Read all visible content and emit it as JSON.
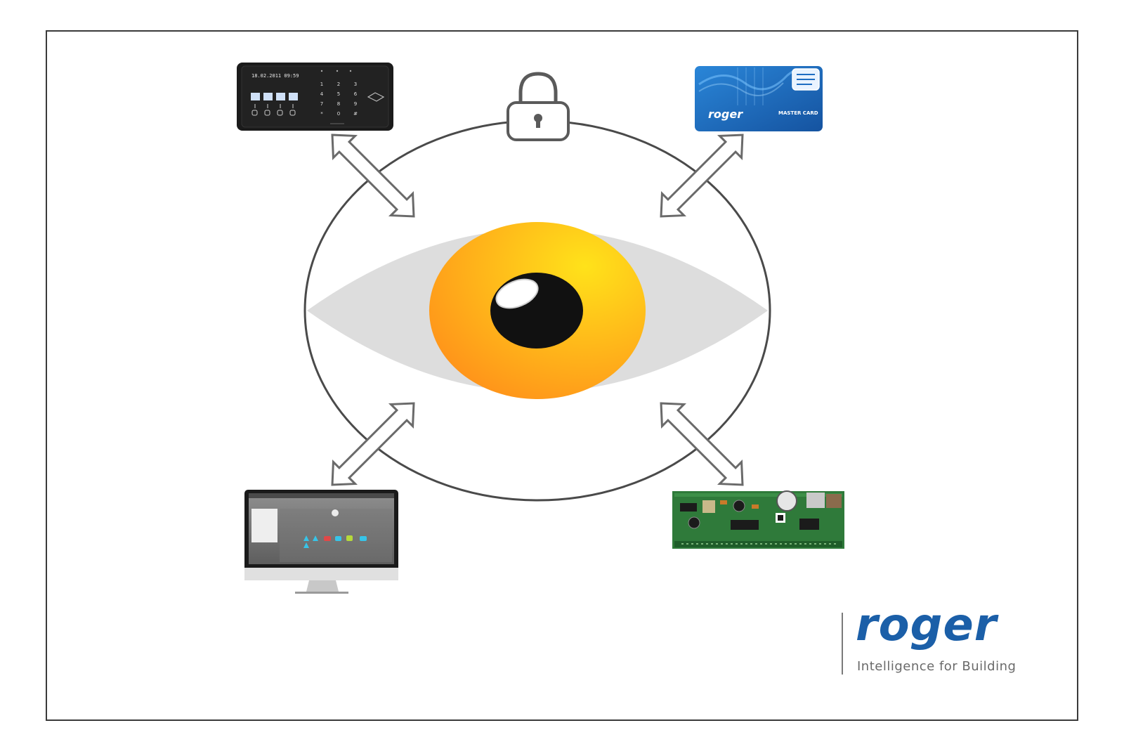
{
  "colors": {
    "frame": "#3a3a3a",
    "circle": "#4a4a4a",
    "sclera": "#dddddd",
    "iris_inner": "#ffe21a",
    "iris_outer": "#ff8a1a",
    "pupil": "#111111",
    "brand_blue": "#1b5fa8",
    "card_blue": "#1e6ec2",
    "pcb_green": "#2f7a3a",
    "keypad_dark": "#1b1b1b"
  },
  "keypad": {
    "display_text": "18.02.2011 09:59",
    "keys": [
      "1",
      "2",
      "3",
      "4",
      "5",
      "6",
      "7",
      "8",
      "9",
      "*",
      "0",
      "#"
    ]
  },
  "card": {
    "brand": "roger",
    "label": "MASTER CARD"
  },
  "logo": {
    "word": "roger",
    "tagline": "Intelligence for Building"
  },
  "icons": {
    "lock": "padlock-icon",
    "eye": "eye-icon",
    "arrows": "bidirectional-arrow-icon",
    "keypad": "keypad-reader-icon",
    "card": "access-card-icon",
    "monitor": "computer-monitor-icon",
    "controller": "controller-board-icon"
  }
}
